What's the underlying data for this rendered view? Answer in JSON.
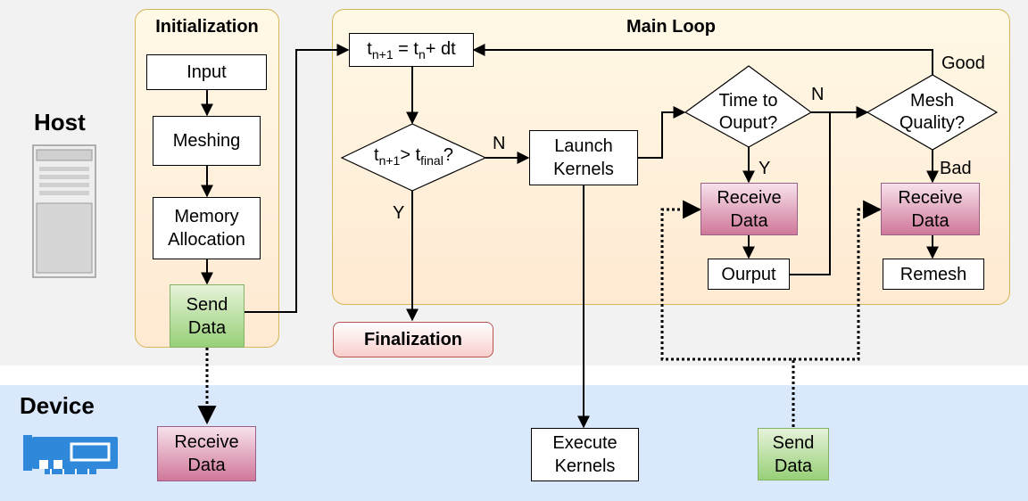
{
  "lanes": {
    "host": "Host",
    "device": "Device"
  },
  "init": {
    "title": "Initialization",
    "input": "Input",
    "meshing": "Meshing",
    "memory_l1": "Memory",
    "memory_l2": "Allocation",
    "send_l1": "Send",
    "send_l2": "Data"
  },
  "loop": {
    "title": "Main Loop",
    "timestep": {
      "t1": "t",
      "s1": "n+1",
      "eq": " = t",
      "s2": "n",
      "rest": "+ dt"
    },
    "check": {
      "t1": "t",
      "s1": "n+1",
      "gt": "> t",
      "s2": "final",
      "q": "?"
    },
    "launch_l1": "Launch",
    "launch_l2": "Kernels",
    "time_out_l1": "Time to",
    "time_out_l2": "Ouput?",
    "mesh_q_l1": "Mesh",
    "mesh_q_l2": "Quality?",
    "recv1_l1": "Receive",
    "recv1_l2": "Data",
    "output": "Ourput",
    "recv2_l1": "Receive",
    "recv2_l2": "Data",
    "remesh": "Remesh"
  },
  "finalization": "Finalization",
  "edge_labels": {
    "n1": "N",
    "y1": "Y",
    "n2": "N",
    "y2": "Y",
    "good": "Good",
    "bad": "Bad"
  },
  "device": {
    "recv_l1": "Receive",
    "recv_l2": "Data",
    "exec_l1": "Execute",
    "exec_l2": "Kernels",
    "send_l1": "Send",
    "send_l2": "Data"
  },
  "icons": {
    "host": "server-tower-icon",
    "device": "gpu-card-icon"
  },
  "colors": {
    "host_band": "#f2f2f2",
    "device_band": "#dae8fc",
    "group_border": "#d6b656",
    "device_icon": "#2f88d9"
  }
}
